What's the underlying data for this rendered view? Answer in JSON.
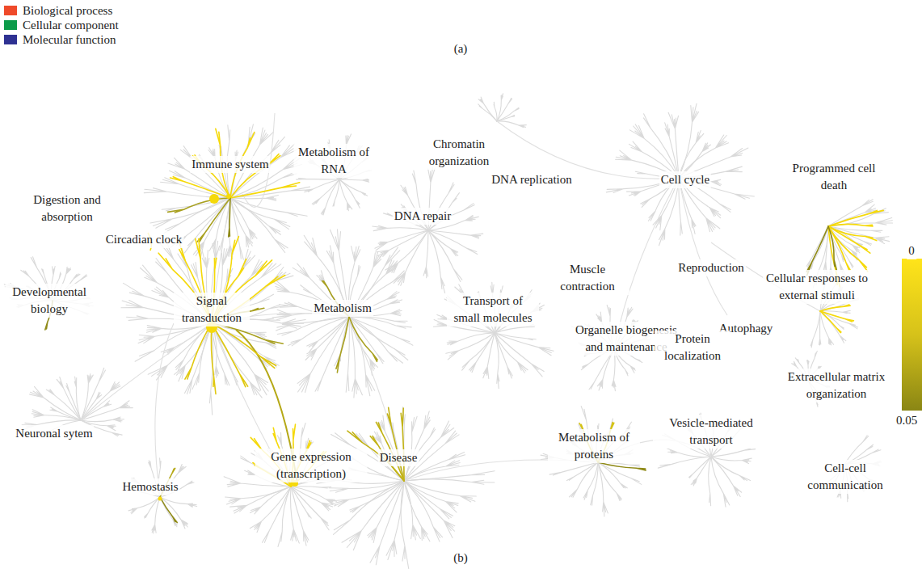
{
  "diagram": {
    "labels": [
      "(a)",
      "Immune system",
      "Metabolism of RNA",
      "Chromatin organization",
      "DNA replication",
      "Cell cycle",
      "Programmed cell death",
      "Digestion and absorption",
      "Circadian clock",
      "DNA repair",
      "Developmental biology",
      "Signal transduction",
      "Metabolism",
      "Muscle contraction",
      "Reproduction",
      "Cellular responses to external stimuli",
      "Transport of small molecules",
      "Organelle biogenesis and maintenance",
      "Autophagy",
      "Protein localization",
      "Extracellular matrix organization",
      "Neuronal sytem",
      "Hemostasis",
      "Gene expression (transcription)",
      "Disease",
      "Metabolism of proteins",
      "Vesicle-mediated transport",
      "Cell-cell communication",
      "0",
      "0.05",
      "(b)"
    ],
    "legend": [
      {
        "text": "Biological process",
        "color": "#ef4a2a"
      },
      {
        "text": "Cellular component",
        "color": "#0c9b4a"
      },
      {
        "text": "Molecular function",
        "color": "#2e3192"
      }
    ]
  }
}
